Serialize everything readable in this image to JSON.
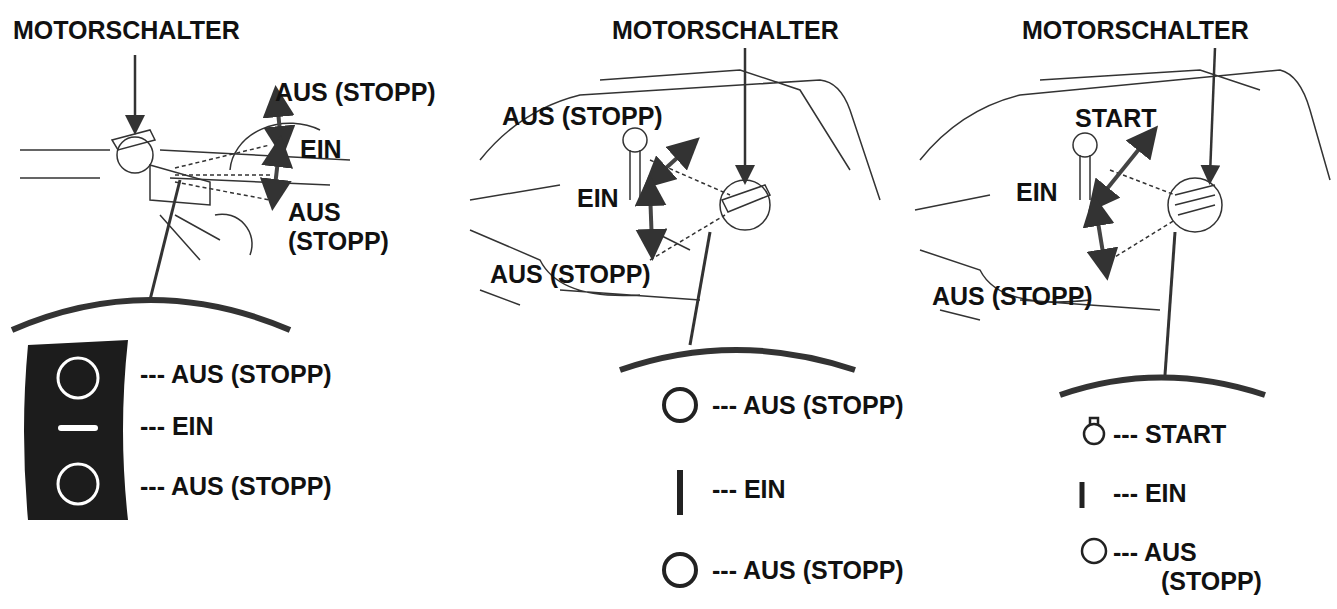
{
  "diagram": {
    "labels": [
      "MOTORSCHALTER",
      "AUS (STOPP)",
      "EIN",
      "AUS (STOPP)",
      "--- AUS (STOPP)",
      "--- EIN",
      "--- AUS (STOPP)",
      "MOTORSCHALTER",
      "AUS (STOPP)",
      "EIN",
      "AUS (STOPP)",
      "--- AUS (STOPP)",
      "--- EIN",
      "--- AUS (STOPP)",
      "MOTORSCHALTER",
      "START",
      "EIN",
      "AUS (STOPP)",
      "--- START",
      "--- EIN",
      "--- AUS (STOPP)"
    ]
  }
}
